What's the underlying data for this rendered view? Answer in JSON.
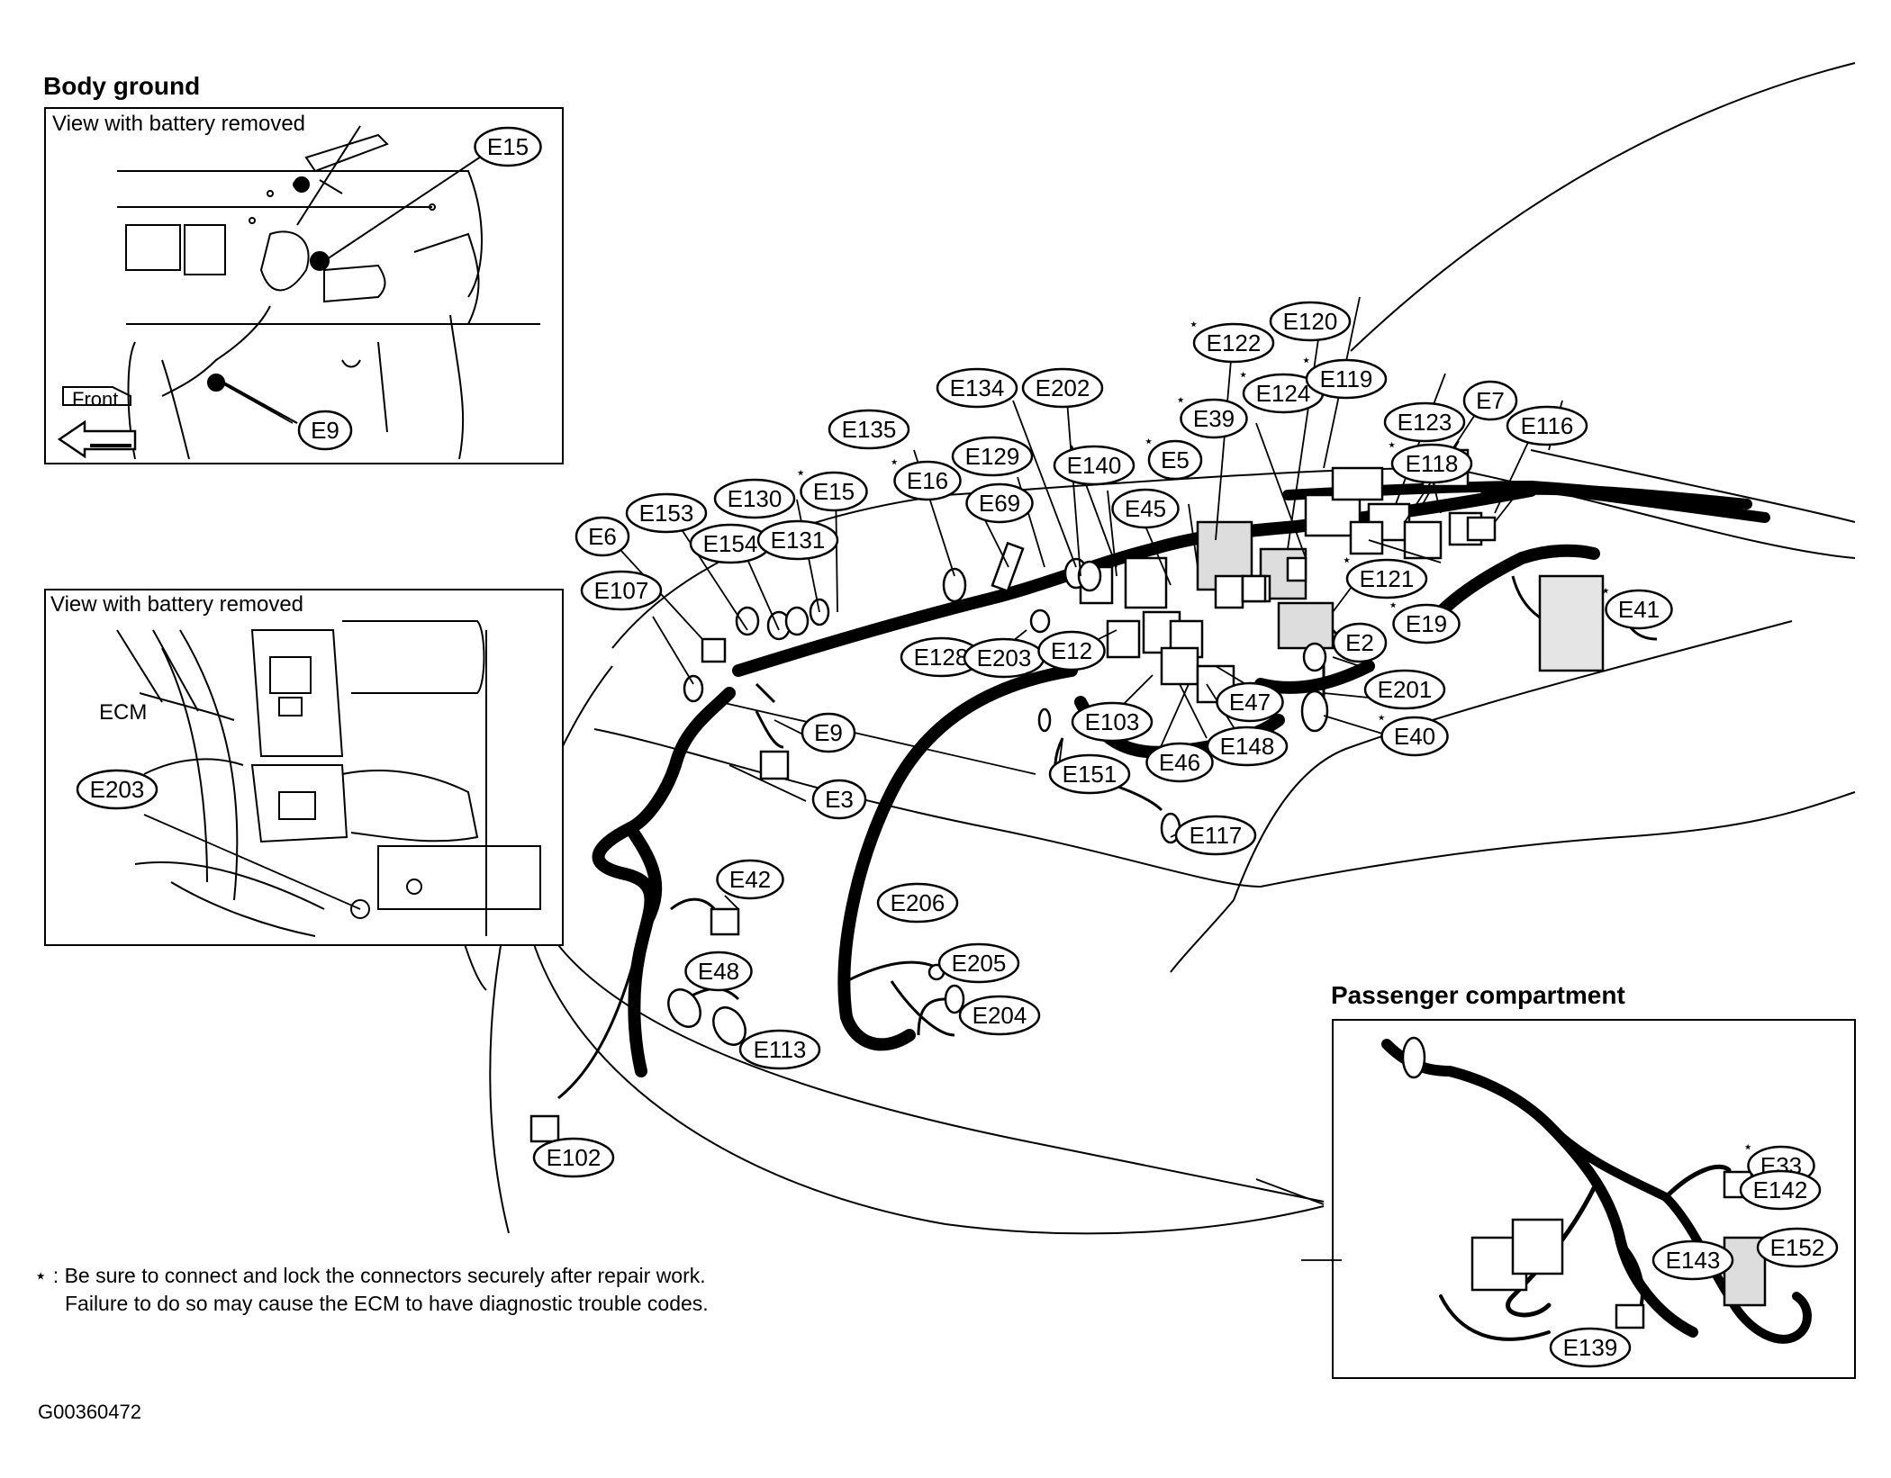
{
  "titles": {
    "body_ground": "Body ground",
    "passenger_compartment": "Passenger compartment"
  },
  "insets": {
    "top_view_caption": "View with battery removed",
    "top_front_label": "Front",
    "bottom_view_caption": "View with battery removed",
    "bottom_ecm_label": "ECM"
  },
  "notes": {
    "line1": "⋆ : Be sure to connect and lock the connectors securely after repair work.",
    "line2": "Failure to do so may cause the ECM to have diagnostic trouble codes."
  },
  "figure_code": "G00360472",
  "connectors": [
    {
      "id": "E15",
      "starred": false
    },
    {
      "id": "E9",
      "starred": false
    },
    {
      "id": "E203",
      "starred": false
    },
    {
      "id": "E122",
      "starred": true
    },
    {
      "id": "E120",
      "starred": false
    },
    {
      "id": "E124",
      "starred": true
    },
    {
      "id": "E119",
      "starred": true
    },
    {
      "id": "E134",
      "starred": false
    },
    {
      "id": "E202",
      "starred": false
    },
    {
      "id": "E39",
      "starred": true
    },
    {
      "id": "E7",
      "starred": false
    },
    {
      "id": "E123",
      "starred": false
    },
    {
      "id": "E116",
      "starred": false
    },
    {
      "id": "E135",
      "starred": false
    },
    {
      "id": "E5",
      "starred": true
    },
    {
      "id": "E129",
      "starred": false
    },
    {
      "id": "E140",
      "starred": false
    },
    {
      "id": "E118",
      "starred": true
    },
    {
      "id": "E15",
      "starred": true
    },
    {
      "id": "E16",
      "starred": true
    },
    {
      "id": "E130",
      "starred": false
    },
    {
      "id": "E69",
      "starred": false
    },
    {
      "id": "E45",
      "starred": false
    },
    {
      "id": "E153",
      "starred": false
    },
    {
      "id": "E6",
      "starred": false
    },
    {
      "id": "E154",
      "starred": false
    },
    {
      "id": "E131",
      "starred": false
    },
    {
      "id": "E121",
      "starred": true
    },
    {
      "id": "E41",
      "starred": true
    },
    {
      "id": "E107",
      "starred": false
    },
    {
      "id": "E19",
      "starred": true
    },
    {
      "id": "E128",
      "starred": false
    },
    {
      "id": "E203",
      "starred": false
    },
    {
      "id": "E12",
      "starred": false
    },
    {
      "id": "E2",
      "starred": false
    },
    {
      "id": "E201",
      "starred": false
    },
    {
      "id": "E47",
      "starred": false
    },
    {
      "id": "E103",
      "starred": false
    },
    {
      "id": "E9",
      "starred": false
    },
    {
      "id": "E148",
      "starred": false
    },
    {
      "id": "E40",
      "starred": true
    },
    {
      "id": "E46",
      "starred": false
    },
    {
      "id": "E151",
      "starred": false
    },
    {
      "id": "E3",
      "starred": false
    },
    {
      "id": "E117",
      "starred": false
    },
    {
      "id": "E42",
      "starred": false
    },
    {
      "id": "E206",
      "starred": false
    },
    {
      "id": "E48",
      "starred": false
    },
    {
      "id": "E205",
      "starred": false
    },
    {
      "id": "E204",
      "starred": false
    },
    {
      "id": "E113",
      "starred": false
    },
    {
      "id": "E102",
      "starred": false
    },
    {
      "id": "E33",
      "starred": true
    },
    {
      "id": "E142",
      "starred": false
    },
    {
      "id": "E152",
      "starred": false
    },
    {
      "id": "E143",
      "starred": false
    },
    {
      "id": "E139",
      "starred": false
    }
  ]
}
